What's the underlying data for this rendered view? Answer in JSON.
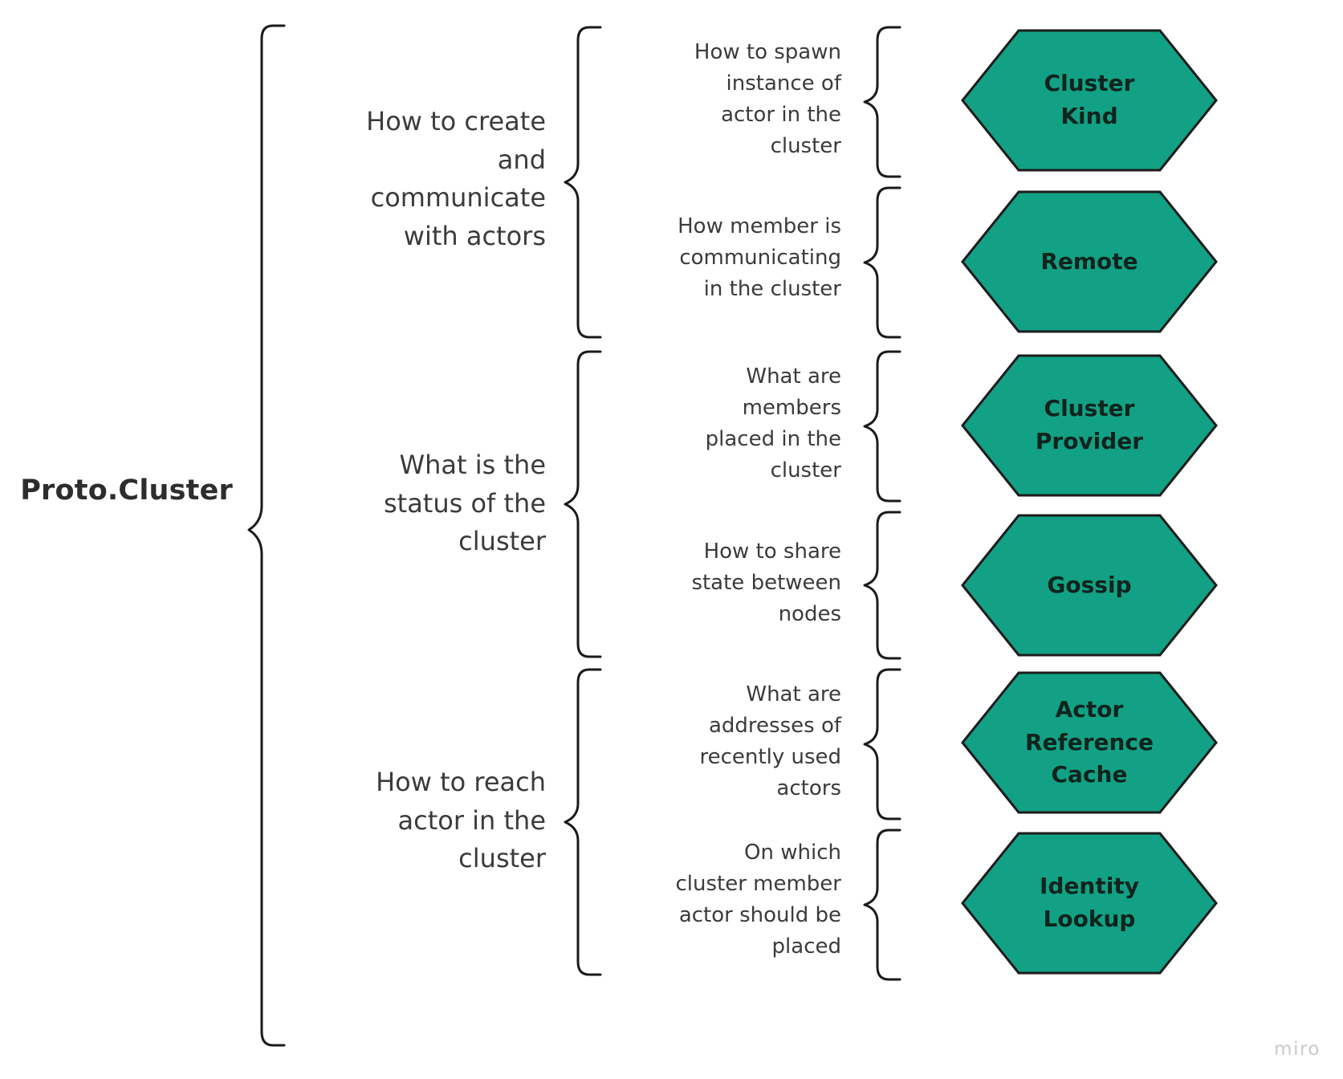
{
  "diagram": {
    "title": "Proto.Cluster",
    "root": {
      "label": "Proto.Cluster"
    },
    "colors": {
      "hexagon_fill": "#12a184",
      "hexagon_stroke": "#1c1c1c",
      "brace_stroke": "#1a1a1a",
      "text": "#3b3b3b",
      "root_text": "#2d2d2d",
      "hex_text": "#10231d",
      "background": "#ffffff",
      "watermark": "#c9c9cf"
    },
    "level2": [
      {
        "label": "How to create\nand\ncommunicate\nwith actors"
      },
      {
        "label": "What is the\nstatus of the\ncluster"
      },
      {
        "label": "How to reach\nactor in the\ncluster"
      }
    ],
    "level3": [
      {
        "label": "How to spawn\ninstance of\nactor in the\ncluster"
      },
      {
        "label": "How member is\ncommunicating\nin the cluster"
      },
      {
        "label": "What are\nmembers\nplaced in the\ncluster"
      },
      {
        "label": "How to share\nstate between\nnodes"
      },
      {
        "label": "What are\naddresses of\nrecently used\nactors"
      },
      {
        "label": "On which\ncluster member\nactor should be\nplaced"
      }
    ],
    "nodes": [
      {
        "label": "Cluster\nKind"
      },
      {
        "label": "Remote"
      },
      {
        "label": "Cluster\nProvider"
      },
      {
        "label": "Gossip"
      },
      {
        "label": "Actor\nReference\nCache"
      },
      {
        "label": "Identity\nLookup"
      }
    ],
    "watermark": "miro"
  }
}
